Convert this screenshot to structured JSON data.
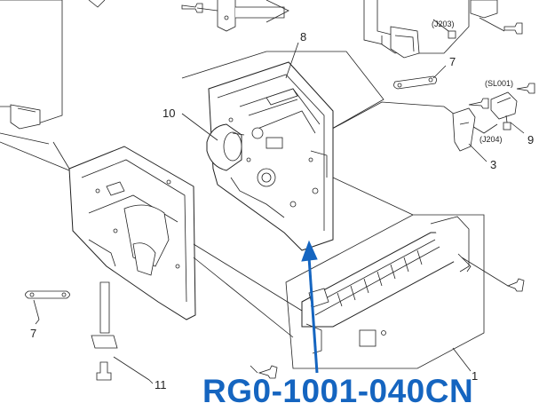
{
  "callouts": {
    "c8": "8",
    "c7_top": "7",
    "c10": "10",
    "c3": "3",
    "c9": "9",
    "c7_left": "7",
    "c11": "11",
    "c1": "1"
  },
  "connectors": {
    "j203": "(J203)",
    "sl001": "(SL001)",
    "j204": "(J204)"
  },
  "part_number": "RG0-1001-040CN",
  "colors": {
    "accent": "#1565c0",
    "line": "#222222",
    "fill": "#ffffff"
  }
}
